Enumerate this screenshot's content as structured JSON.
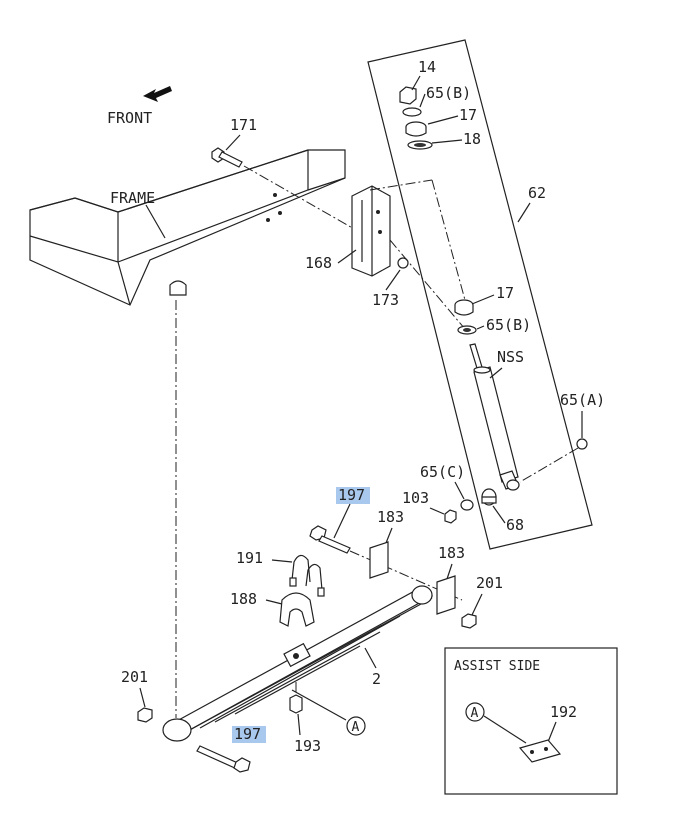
{
  "labels": {
    "front": "FRONT",
    "frame": "FRAME",
    "p14": "14",
    "p65b_top": "65(B)",
    "p17_top": "17",
    "p18": "18",
    "p62": "62",
    "p171": "171",
    "p168": "168",
    "p173": "173",
    "p17_mid": "17",
    "p65b_mid": "65(B)",
    "nss": "NSS",
    "p65a": "65(A)",
    "p65c": "65(C)",
    "p103": "103",
    "p68": "68",
    "p197_top": "197",
    "p183_left": "183",
    "p183_right": "183",
    "p191": "191",
    "p201_right": "201",
    "p188": "188",
    "p2": "2",
    "p201_left": "201",
    "p197_bottom": "197",
    "p193": "193",
    "ref_a_main": "A",
    "assist_side": "ASSIST SIDE",
    "ref_a_assist": "A",
    "p192": "192"
  },
  "highlight_color": "#a9c8ee"
}
